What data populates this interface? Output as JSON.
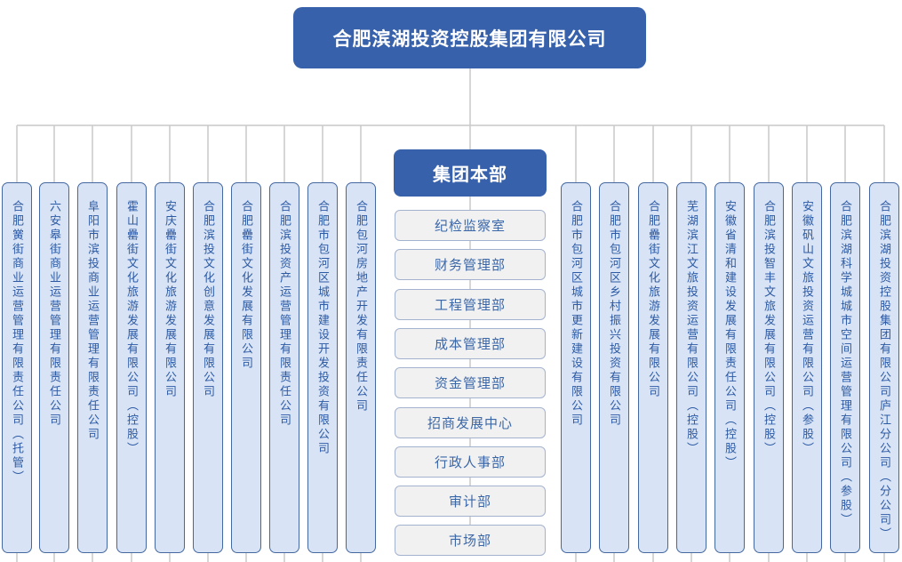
{
  "root": {
    "label": "合肥滨湖投资控股集团有限公司"
  },
  "headquarters": {
    "label": "集团本部"
  },
  "departments": [
    "纪检监察室",
    "财务管理部",
    "工程管理部",
    "成本管理部",
    "资金管理部",
    "招商发展中心",
    "行政人事部",
    "审计部",
    "市场部"
  ],
  "left_subsidiaries": [
    "合肥黉街商业运营管理有限责任公司（托管）",
    "六安皋街商业运营管理有限责任公司",
    "阜阳市滨投商业运营管理有限责任公司",
    "霍山罍街文化旅游发展有限公司（控股）",
    "安庆罍街文化旅游发展有限公司",
    "合肥滨投文化创意发展有限公司",
    "合肥罍街文化发展有限公司",
    "合肥滨投资产运营管理有限责任公司",
    "合肥市包河区城市建设开发投资有限公司",
    "合肥包河房地产开发有限责任公司"
  ],
  "right_subsidiaries": [
    "合肥市包河区城市更新建设有限公司",
    "合肥市包河区乡村振兴投资有限公司",
    "合肥罍街文化旅游发展有限公司",
    "芜湖滨江文旅投资运营有限公司（控股）",
    "安徽省清和建设发展有限责任公司（控股）",
    "合肥滨投智丰文旅发展有限公司（控股）",
    "安徽矾山文旅投资运营有限公司（参股）",
    "合肥滨湖科学城城市空间运营管理有限公司（参股）",
    "合肥滨湖投资控股集团有限公司庐江分公司（分公司）"
  ],
  "colors": {
    "primary_blue": "#3761ab",
    "column_fill": "#d8e4f5",
    "column_border": "#44689f",
    "column_text": "#2d5aa5",
    "dept_fill": "#f1f1f2",
    "dept_border": "#a3b3cf",
    "dept_text": "#3c67a7",
    "line_gray": "#c9c9c9",
    "white": "#ffffff"
  }
}
